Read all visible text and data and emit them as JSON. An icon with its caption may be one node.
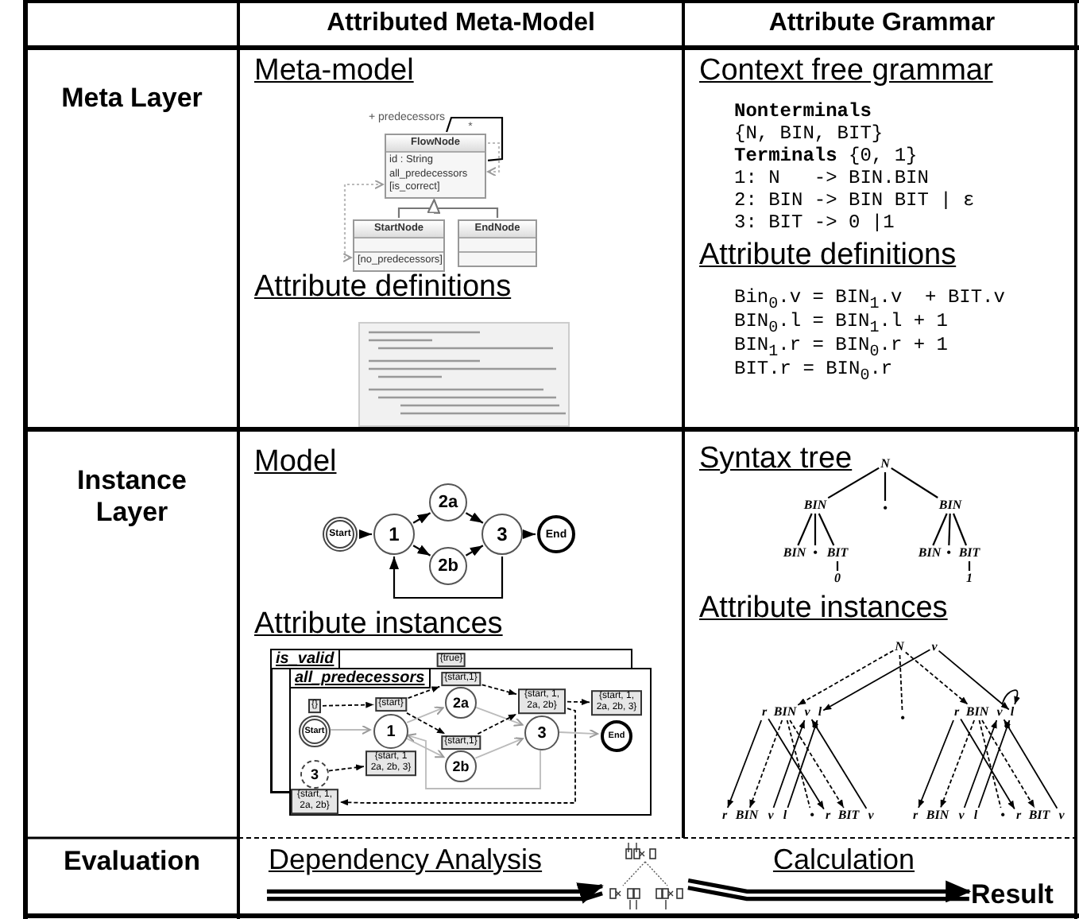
{
  "diagram": {
    "nodes": [
      {
        "text": [
          "FlowNode",
          "id : String",
          "all_predecessors",
          "[is_correct]"
        ]
      },
      {
        "text": [
          "StartNode",
          "[no_predecessors]"
        ]
      },
      {
        "text": [
          "EndNode"
        ]
      },
      {
        "text": [
          "Start"
        ]
      },
      {
        "text": [
          "1"
        ]
      },
      {
        "text": [
          "2a"
        ]
      },
      {
        "text": [
          "2b"
        ]
      },
      {
        "text": [
          "3"
        ]
      },
      {
        "text": [
          "End"
        ]
      },
      {
        "text": [
          "N"
        ]
      },
      {
        "text": [
          "BIN"
        ]
      },
      {
        "text": [
          "•"
        ]
      },
      {
        "text": [
          "BIN"
        ]
      },
      {
        "text": [
          "BIN"
        ]
      },
      {
        "text": [
          "•"
        ]
      },
      {
        "text": [
          "BIT"
        ]
      },
      {
        "text": [
          "0"
        ]
      },
      {
        "text": [
          "BIN"
        ]
      },
      {
        "text": [
          "•"
        ]
      },
      {
        "text": [
          "BIT"
        ]
      },
      {
        "text": [
          "1"
        ]
      },
      {
        "text": [],
        "shape": "picture"
      },
      {
        "text": [
          "Result"
        ]
      },
      {
        "text": [
          "is_valid"
        ]
      },
      {
        "text": [
          "all_predecessors"
        ]
      },
      {
        "text": [
          "{true}"
        ],
        "in": 23
      },
      {
        "text": [
          "{}"
        ],
        "in": 24
      },
      {
        "text": [
          "Start"
        ],
        "in": 24
      },
      {
        "text": [
          "{start}"
        ],
        "in": 24
      },
      {
        "text": [
          "1"
        ],
        "in": 24
      },
      {
        "text": [
          "{start, 1 2a, 2b, 3}"
        ],
        "in": 24
      },
      {
        "text": [
          "{start,1}"
        ],
        "in": 24
      },
      {
        "text": [
          "2a"
        ],
        "in": 24
      },
      {
        "text": [
          "{start,1}"
        ],
        "in": 24
      },
      {
        "text": [
          "2b"
        ],
        "in": 24
      },
      {
        "text": [
          "{start, 1, 2a, 2b}"
        ],
        "in": 24
      },
      {
        "text": [
          "3"
        ],
        "in": 24
      },
      {
        "text": [
          "{start, 1, 2a, 2b, 3}"
        ],
        "in": 24
      },
      {
        "text": [
          "End"
        ],
        "in": 24
      },
      {
        "text": [
          "3"
        ],
        "in": 24
      },
      {
        "text": [
          "{start, 1, 2a, 2b}"
        ],
        "in": 24
      },
      {
        "text": [
          "N"
        ]
      },
      {
        "text": [
          "v"
        ]
      },
      {
        "text": [
          "r"
        ]
      },
      {
        "text": [
          "BIN"
        ]
      },
      {
        "text": [
          "v"
        ]
      },
      {
        "text": [
          "l"
        ]
      },
      {
        "text": [
          "•"
        ]
      },
      {
        "text": [
          "r"
        ]
      },
      {
        "text": [
          "BIN"
        ]
      },
      {
        "text": [
          "v"
        ]
      },
      {
        "text": [
          "l"
        ]
      },
      {
        "text": [
          "r"
        ]
      },
      {
        "text": [
          "BIN"
        ]
      },
      {
        "text": [
          "v"
        ]
      },
      {
        "text": [
          "l"
        ]
      },
      {
        "text": [
          "•"
        ]
      },
      {
        "text": [
          "r"
        ]
      },
      {
        "text": [
          "BIT"
        ]
      },
      {
        "text": [
          "v"
        ]
      },
      {
        "text": [
          "r"
        ]
      },
      {
        "text": [
          "BIN"
        ]
      },
      {
        "text": [
          "v"
        ]
      },
      {
        "text": [
          "l"
        ]
      },
      {
        "text": [
          "•"
        ]
      },
      {
        "text": [
          "r"
        ]
      },
      {
        "text": [
          "BIT"
        ]
      },
      {
        "text": [
          "v"
        ]
      }
    ],
    "edges": [
      {
        "from": 0,
        "to": 0,
        "arrow": "none",
        "label": "+ predecessors"
      },
      {
        "from": 1,
        "to": 0,
        "arrow": "to",
        "color": "#777777"
      },
      {
        "from": 2,
        "to": 0,
        "arrow": "to",
        "color": "#777777"
      },
      {
        "from": 3,
        "to": 4,
        "arrow": "to"
      },
      {
        "from": 4,
        "to": 5,
        "arrow": "to"
      },
      {
        "from": 4,
        "to": 6,
        "arrow": "to"
      },
      {
        "from": 5,
        "to": 7,
        "arrow": "to"
      },
      {
        "from": 6,
        "to": 7,
        "arrow": "to"
      },
      {
        "from": 7,
        "to": 8,
        "arrow": "to"
      },
      {
        "from": 7,
        "to": 4,
        "arrow": "to"
      },
      {
        "from": 9,
        "to": 10,
        "arrow": "none"
      },
      {
        "from": 9,
        "to": 11,
        "arrow": "none"
      },
      {
        "from": 9,
        "to": 12,
        "arrow": "none"
      },
      {
        "from": 10,
        "to": 13,
        "arrow": "none"
      },
      {
        "from": 10,
        "to": 14,
        "arrow": "none"
      },
      {
        "from": 10,
        "to": 15,
        "arrow": "none"
      },
      {
        "from": 15,
        "to": 16,
        "arrow": "none"
      },
      {
        "from": 12,
        "to": 17,
        "arrow": "none"
      },
      {
        "from": 12,
        "to": 18,
        "arrow": "none"
      },
      {
        "from": 12,
        "to": 19,
        "arrow": "none"
      },
      {
        "from": 19,
        "to": 20,
        "arrow": "none"
      },
      {
        "from": null,
        "to": 21,
        "arrow": "to",
        "label": "Dependency Analysis",
        "style": "thick"
      },
      {
        "from": 21,
        "to": 22,
        "arrow": "to",
        "label": "Calculation",
        "style": "thick"
      },
      {
        "from": 0,
        "to": 1,
        "arrow": "both",
        "style": "dashed",
        "color": "#bbbbbb"
      },
      {
        "from": 0,
        "to": 0,
        "arrow": "to",
        "style": "dashed",
        "color": "#bbbbbb"
      },
      {
        "from": 27,
        "to": 29,
        "arrow": "to",
        "color": "#bbbbbb"
      },
      {
        "from": 29,
        "to": 32,
        "arrow": "to",
        "color": "#bbbbbb"
      },
      {
        "from": 29,
        "to": 34,
        "arrow": "to",
        "color": "#bbbbbb"
      },
      {
        "from": 32,
        "to": 36,
        "arrow": "to",
        "color": "#bbbbbb"
      },
      {
        "from": 34,
        "to": 36,
        "arrow": "to",
        "color": "#bbbbbb"
      },
      {
        "from": 36,
        "to": 38,
        "arrow": "to",
        "color": "#bbbbbb"
      },
      {
        "from": 36,
        "to": 29,
        "arrow": "to",
        "color": "#bbbbbb"
      },
      {
        "from": 26,
        "to": 28,
        "arrow": "to",
        "style": "dashed"
      },
      {
        "from": 28,
        "to": 31,
        "arrow": "to",
        "style": "dashed"
      },
      {
        "from": 28,
        "to": 33,
        "arrow": "to",
        "style": "dashed"
      },
      {
        "from": 31,
        "to": 35,
        "arrow": "to",
        "style": "dashed"
      },
      {
        "from": 33,
        "to": 35,
        "arrow": "to",
        "style": "dashed"
      },
      {
        "from": 35,
        "to": 37,
        "arrow": "to",
        "style": "dashed"
      },
      {
        "from": 35,
        "to": 40,
        "arrow": "to",
        "style": "dashed"
      },
      {
        "from": 39,
        "to": 30,
        "arrow": "to",
        "style": "dashed"
      },
      {
        "from": 42,
        "to": 46,
        "arrow": "to"
      },
      {
        "from": 42,
        "to": 51,
        "arrow": "to"
      },
      {
        "from": 41,
        "to": 44,
        "arrow": "to",
        "style": "dashed"
      },
      {
        "from": 41,
        "to": 49,
        "arrow": "to",
        "style": "dashed"
      },
      {
        "from": 41,
        "to": 47,
        "arrow": "none",
        "style": "dashed"
      },
      {
        "from": 50,
        "to": 51,
        "arrow": "to"
      },
      {
        "from": 43,
        "to": 52,
        "arrow": "to"
      },
      {
        "from": 43,
        "to": 57,
        "arrow": "to"
      },
      {
        "from": 54,
        "to": 45,
        "arrow": "to"
      },
      {
        "from": 55,
        "to": 46,
        "arrow": "to"
      },
      {
        "from": 59,
        "to": 45,
        "arrow": "to"
      },
      {
        "from": 44,
        "to": 53,
        "arrow": "to",
        "style": "dashed"
      },
      {
        "from": 44,
        "to": 56,
        "arrow": "none",
        "style": "dashed"
      },
      {
        "from": 44,
        "to": 58,
        "arrow": "to",
        "style": "dashed"
      },
      {
        "from": 48,
        "to": 60,
        "arrow": "to"
      },
      {
        "from": 48,
        "to": 65,
        "arrow": "to"
      },
      {
        "from": 62,
        "to": 50,
        "arrow": "to"
      },
      {
        "from": 63,
        "to": 51,
        "arrow": "to"
      },
      {
        "from": 67,
        "to": 50,
        "arrow": "to"
      },
      {
        "from": 49,
        "to": 61,
        "arrow": "to",
        "style": "dashed"
      },
      {
        "from": 49,
        "to": 64,
        "arrow": "none",
        "style": "dashed"
      },
      {
        "from": 49,
        "to": 66,
        "arrow": "to",
        "style": "dashed"
      }
    ],
    "labels": [
      "Attributed Meta-Model",
      "Attribute Grammar",
      "Meta Layer",
      "Instance Layer",
      "Evaluation",
      "Meta-model",
      "*",
      "Attribute definitions",
      "Context free grammar",
      "Nonterminals",
      "{N, BIN, BIT}",
      "**Terminals** {0, 1}",
      "1: N   -> BIN.BIN",
      "2: BIN -> BIN BIT | ε",
      "3: BIT -> 0 |1",
      "Attribute definitions",
      "Bin$_{0}$.v = BIN$_{1}$.v  + BIT.v",
      "BIN$_{0}$.l = BIN$_{1}$.l + 1",
      "BIN$_{1}$.r = BIN$_{0}$.r + 1",
      "BIT.r = BIN$_{0}$.r",
      "Model",
      "Attribute instances",
      "Syntax tree",
      "Attribute instances"
    ]
  }
}
